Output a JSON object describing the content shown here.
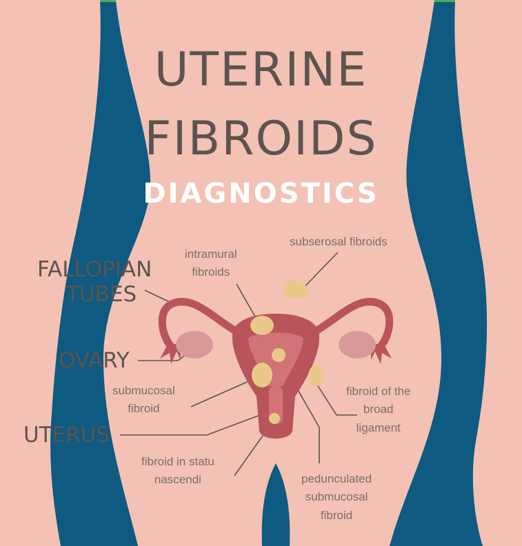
{
  "title": {
    "line1": "UTERINE",
    "line2": "FIBROIDS",
    "subtitle": "DIAGNOSTICS"
  },
  "labels": {
    "fallopian_tubes": [
      "FALLOPIAN",
      "TUBES"
    ],
    "ovary": "OVARY",
    "uterus": "UTERUS",
    "intramural": [
      "intramural",
      "fibroids"
    ],
    "subserosal": "subserosal fibroids",
    "submucosal": [
      "submucosal",
      "fibroid"
    ],
    "statu_nascendi": [
      "fibroid in statu",
      "nascendi"
    ],
    "broad_ligament": [
      "fibroid of the",
      "broad",
      "ligament"
    ],
    "pedunculated": [
      "pedunculated",
      "submucosal",
      "fibroid"
    ]
  },
  "colors": {
    "background": "#0e5a80",
    "skin": "#f3c2b4",
    "uterus": "#b8545a",
    "uterus_inner": "#c96a6e",
    "ovary": "#d89a98",
    "fibroid": "#e8c98a",
    "text": "#5d534f",
    "subtitle": "#ffffff"
  }
}
